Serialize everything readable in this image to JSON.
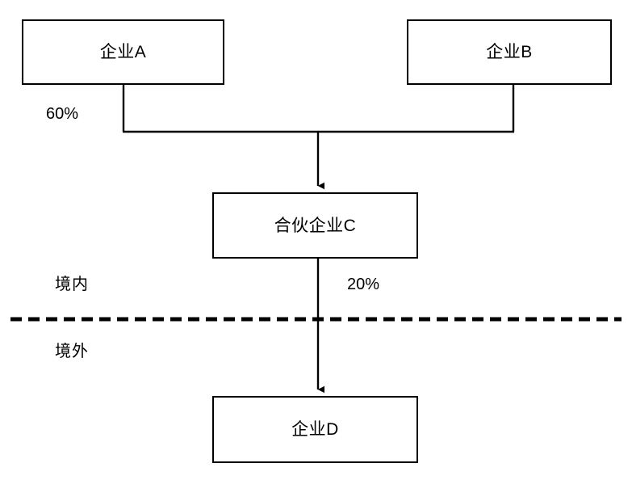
{
  "diagram": {
    "type": "ownership-structure-flow",
    "nodes": [
      {
        "id": "enterprise-a",
        "label": "企业A"
      },
      {
        "id": "enterprise-b",
        "label": "企业B"
      },
      {
        "id": "partnership-c",
        "label": "合伙企业C"
      },
      {
        "id": "enterprise-d",
        "label": "企业D"
      }
    ],
    "edge_labels": {
      "a_to_c": "60%",
      "c_to_d": "20%"
    },
    "zones": {
      "above_divider": "境内",
      "below_divider": "境外"
    },
    "colors": {
      "stroke": "#000000",
      "fill": "#ffffff",
      "text": "#000000"
    }
  }
}
